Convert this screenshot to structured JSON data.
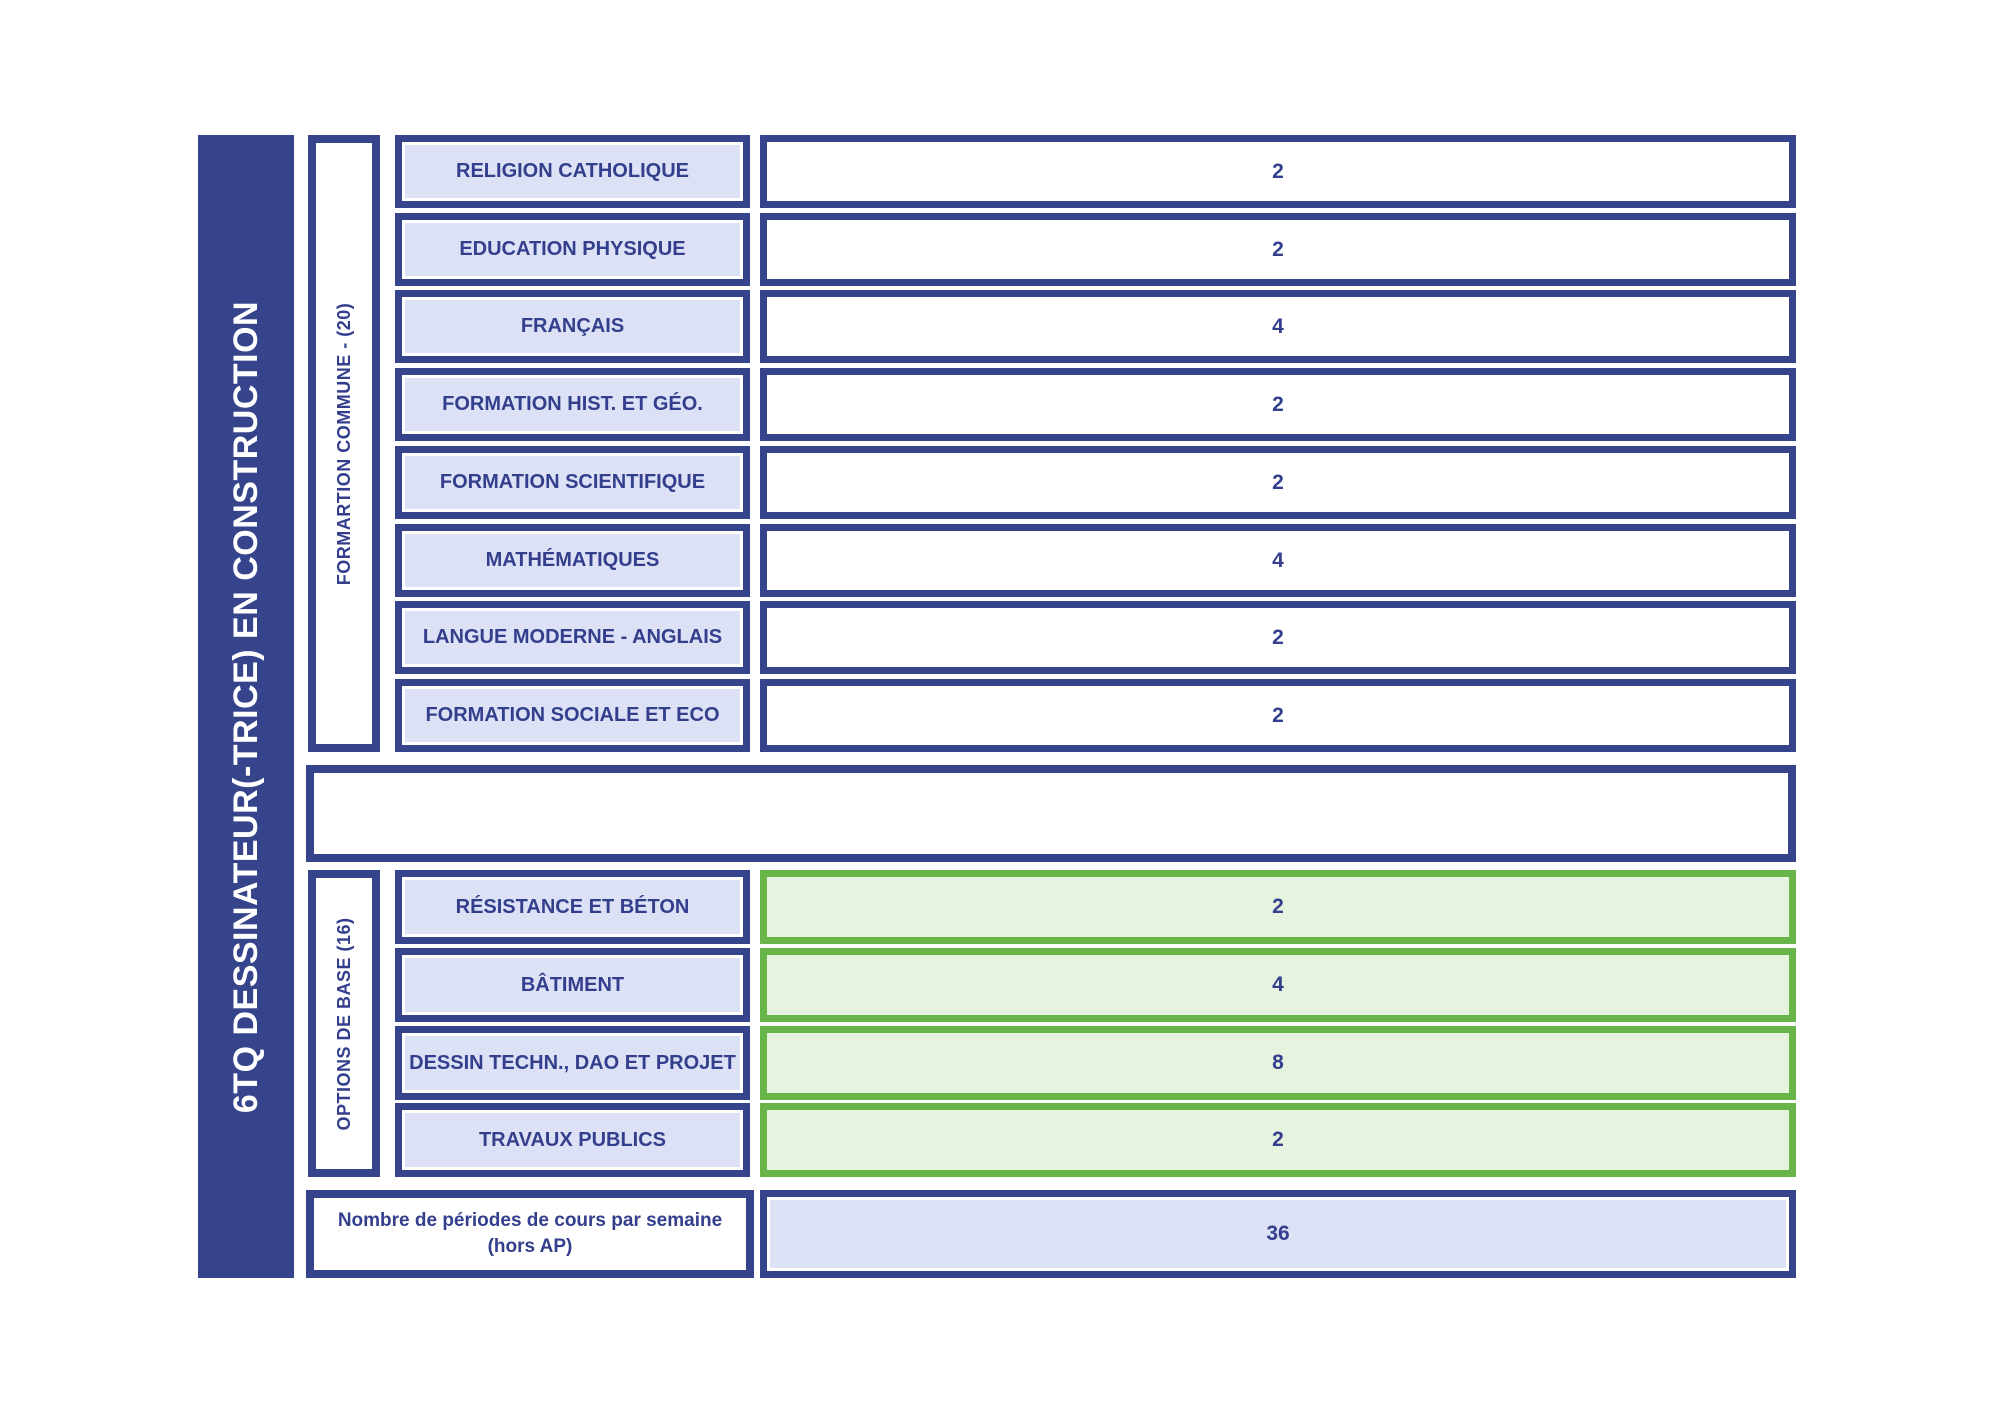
{
  "title": "6TQ DESSINATEUR(-TRICE) EN CONSTRUCTION",
  "sections": [
    {
      "group_label": "FORMARTION COMMUNE - (20)",
      "rows": [
        {
          "label": "RELIGION CATHOLIQUE",
          "value": "2"
        },
        {
          "label": "EDUCATION PHYSIQUE",
          "value": "2"
        },
        {
          "label": "FRANÇAIS",
          "value": "4"
        },
        {
          "label": "FORMATION HIST. ET GÉO.",
          "value": "2"
        },
        {
          "label": "FORMATION SCIENTIFIQUE",
          "value": "2"
        },
        {
          "label": "MATHÉMATIQUES",
          "value": "4"
        },
        {
          "label": "LANGUE MODERNE - ANGLAIS",
          "value": "2"
        },
        {
          "label": "FORMATION SOCIALE ET ECO",
          "value": "2"
        }
      ]
    },
    {
      "group_label": "OPTIONS DE BASE  (16)",
      "rows": [
        {
          "label": "RÉSISTANCE ET BÉTON",
          "value": "2"
        },
        {
          "label": "BÂTIMENT",
          "value": "4"
        },
        {
          "label": "DESSIN TECHN., DAO ET PROJET",
          "value": "8"
        },
        {
          "label": "TRAVAUX PUBLICS",
          "value": "2"
        }
      ]
    }
  ],
  "total_row": {
    "label_line1": "Nombre de périodes de cours par semaine",
    "label_line2": "(hors AP)",
    "value": "36"
  },
  "colors": {
    "dark_blue": "#36448C",
    "lavender_fill": "#DCE1F6",
    "green_border": "#68B64A",
    "green_fill": "#E6F3DF",
    "title_text": "#FFFFFF"
  }
}
